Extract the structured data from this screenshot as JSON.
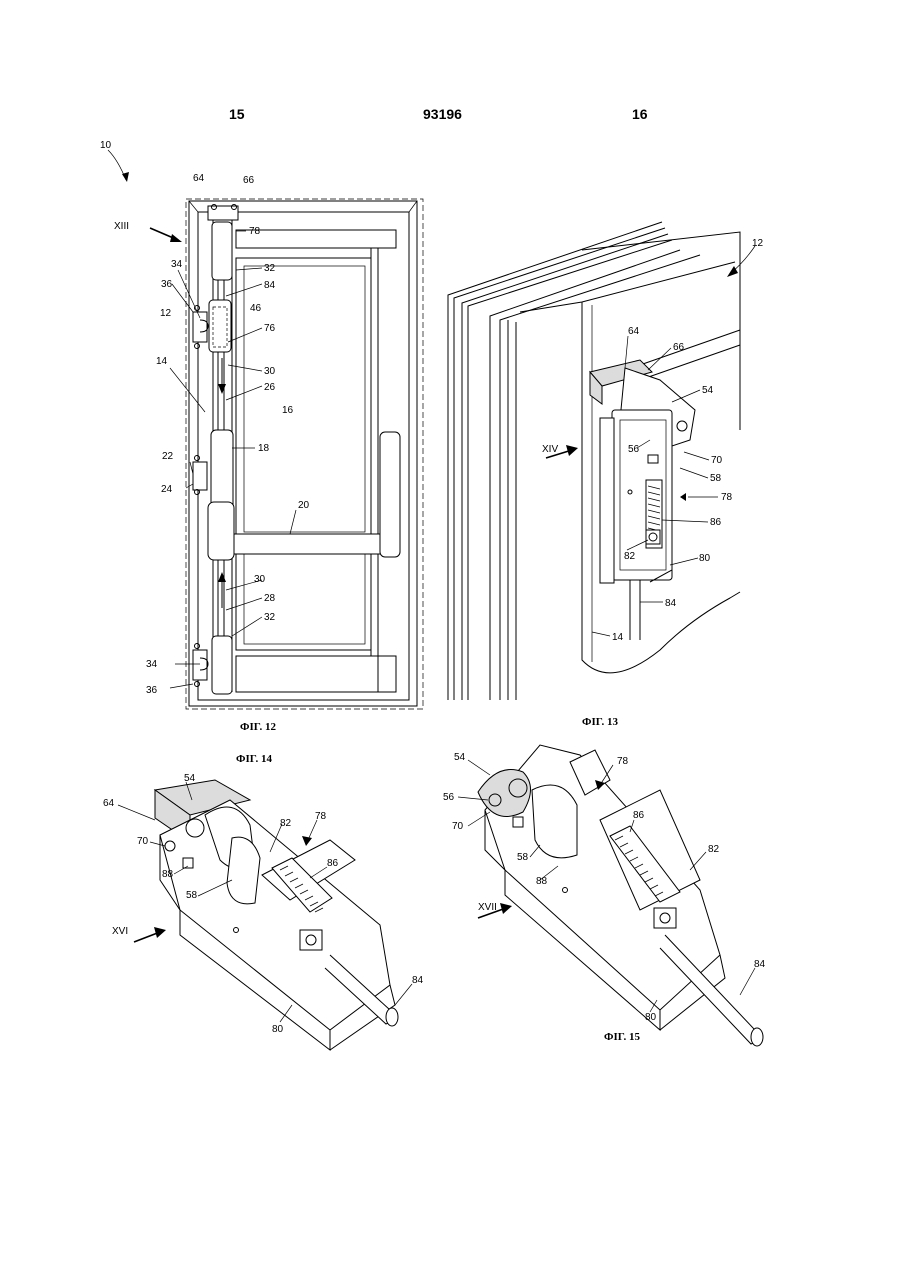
{
  "header": {
    "left_page": "15",
    "patent_number": "93196",
    "right_page": "16"
  },
  "fig12": {
    "caption": "ФІГ. 12",
    "labels": {
      "l10": "10",
      "l64": "64",
      "l66": "66",
      "lXIII": "XIII",
      "l78": "78",
      "l32a": "32",
      "l34a": "34",
      "l84": "84",
      "l36a": "36",
      "l46": "46",
      "l12": "12",
      "l76": "76",
      "l30a": "30",
      "l14": "14",
      "l26": "26",
      "l16": "16",
      "l18": "18",
      "l22": "22",
      "l24": "24",
      "l20": "20",
      "l30b": "30",
      "l28": "28",
      "l32b": "32",
      "l34b": "34",
      "l36b": "36"
    }
  },
  "fig13": {
    "caption": "ФІГ. 13",
    "labels": {
      "l12": "12",
      "l64": "64",
      "l66": "66",
      "l54": "54",
      "l56": "56",
      "lXIV": "XIV",
      "l70": "70",
      "l58": "58",
      "l78": "78",
      "l86": "86",
      "l82": "82",
      "l80": "80",
      "l84": "84",
      "l14": "14"
    }
  },
  "fig14": {
    "caption": "ФІГ. 14",
    "labels": {
      "l54": "54",
      "l64": "64",
      "l78": "78",
      "l82": "82",
      "l70": "70",
      "l86": "86",
      "l88": "88",
      "l58": "58",
      "lXVI": "XVI",
      "l84": "84",
      "l80": "80"
    }
  },
  "fig15": {
    "caption": "ФІГ. 15",
    "labels": {
      "l54": "54",
      "l78": "78",
      "l56": "56",
      "l70": "70",
      "l86": "86",
      "l58": "58",
      "l82": "82",
      "l88": "88",
      "lXVII": "XVII",
      "l84": "84",
      "l80": "80"
    }
  }
}
